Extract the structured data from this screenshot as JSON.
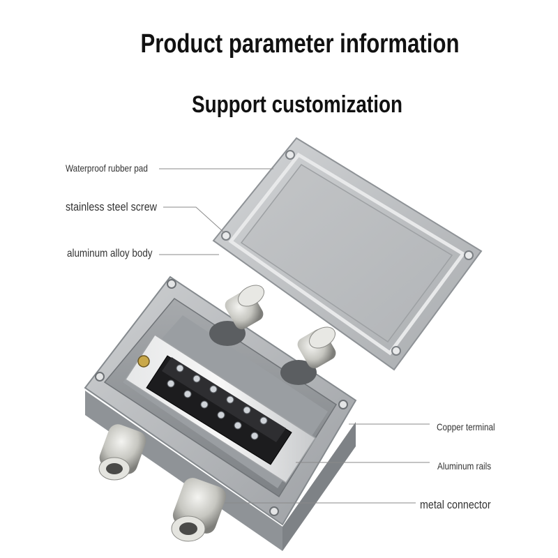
{
  "header": {
    "title": "Product parameter information",
    "subtitle": "Support customization"
  },
  "callouts": {
    "left": [
      {
        "id": "waterproof-rubber-pad",
        "text": "Waterproof rubber pad"
      },
      {
        "id": "stainless-steel-screw",
        "text": "stainless steel screw"
      },
      {
        "id": "aluminum-alloy-body",
        "text": "aluminum alloy body"
      }
    ],
    "right": [
      {
        "id": "copper-terminal",
        "text": "Copper terminal"
      },
      {
        "id": "aluminum-rails",
        "text": "Aluminum rails"
      },
      {
        "id": "metal-connector",
        "text": "metal connector"
      }
    ]
  },
  "colors": {
    "background": "#ffffff",
    "aluminum": "#b9bcbf",
    "aluminum_dark": "#8e9296",
    "terminal_block": "#1c1c1e",
    "brass_nickel": "#cfcfca",
    "leader_line": "#8a8a8a"
  }
}
